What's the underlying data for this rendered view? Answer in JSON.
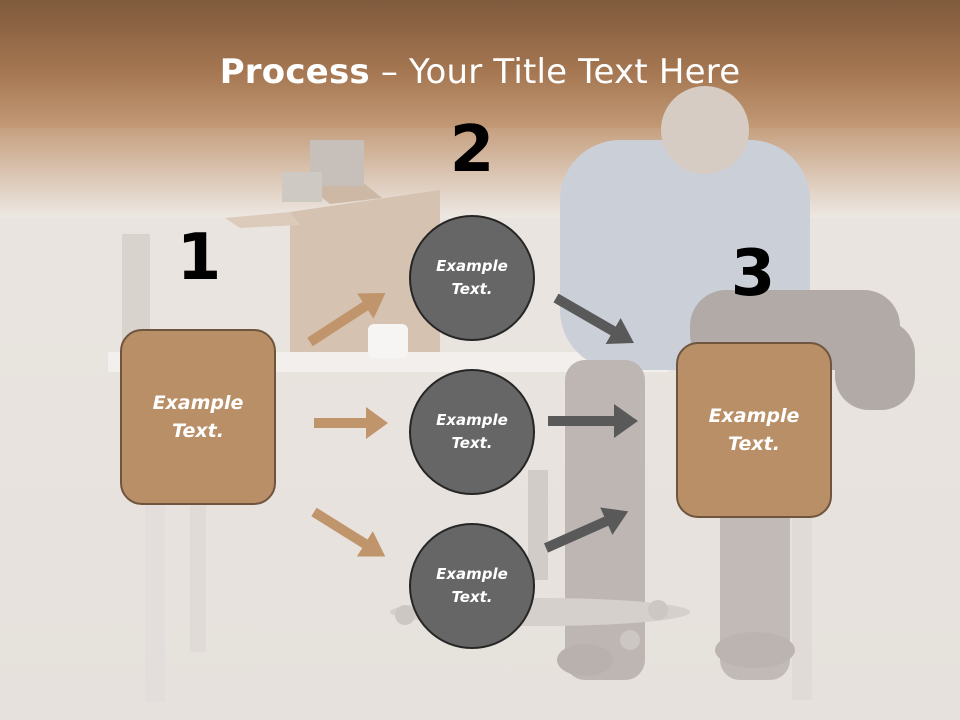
{
  "slide": {
    "title_bold": "Process",
    "title_rest": " – Your Title Text Here",
    "step_numbers": [
      "1",
      "2",
      "3"
    ],
    "start_box": {
      "label": "Example\nText."
    },
    "middle_circles": [
      {
        "label": "Example\nText."
      },
      {
        "label": "Example\nText."
      },
      {
        "label": "Example\nText."
      }
    ],
    "end_box": {
      "label": "Example\nText."
    }
  },
  "colors": {
    "header_band": "#9c6e48",
    "box_fill": "#b98f67",
    "box_border": "#6f543e",
    "circle_fill": "#666666",
    "circle_border": "#262626",
    "arrow_tan": "#c0956c",
    "arrow_gray": "#595959",
    "number_color": "#000000"
  },
  "background_photo": {
    "icon": "office-worker-photo"
  }
}
